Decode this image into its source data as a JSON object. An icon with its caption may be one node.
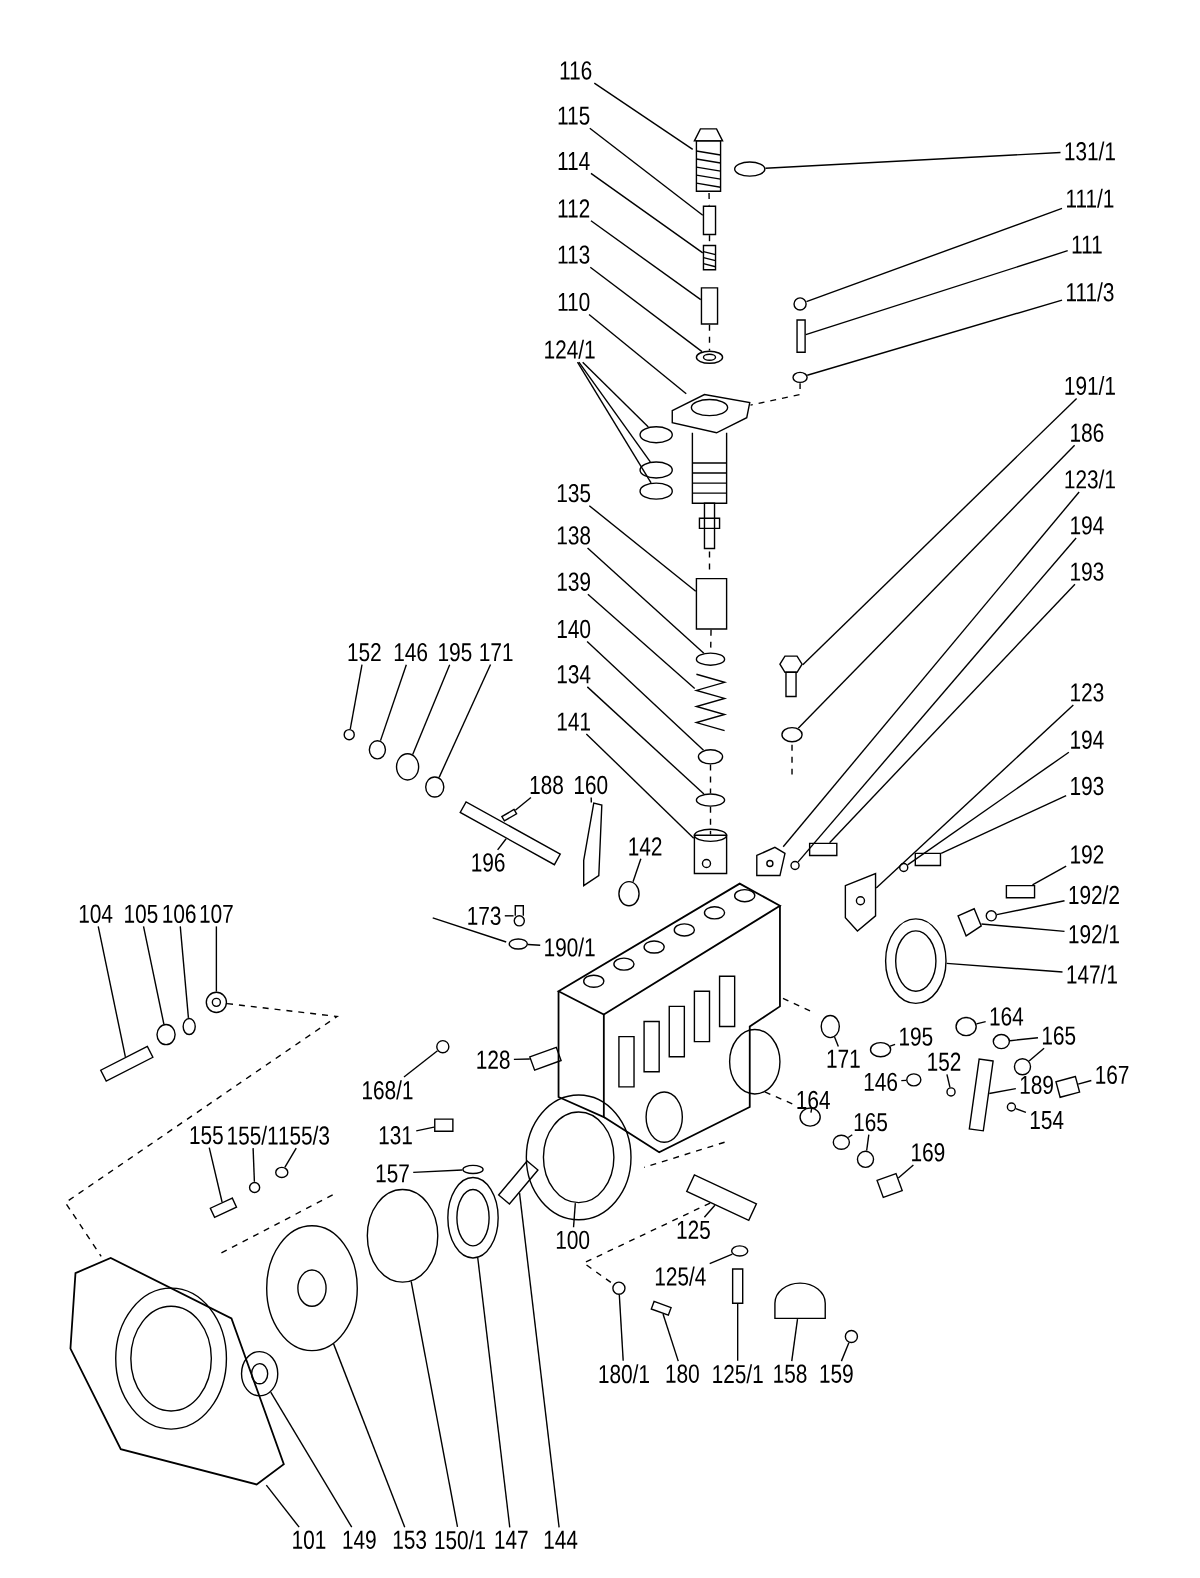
{
  "diagram": {
    "nodes": [
      {
        "text": [
          "116"
        ]
      },
      {
        "text": [
          "115"
        ]
      },
      {
        "text": [
          "114"
        ]
      },
      {
        "text": [
          "112"
        ]
      },
      {
        "text": [
          "113"
        ]
      },
      {
        "text": [
          "110"
        ]
      },
      {
        "text": [
          "124/1"
        ]
      },
      {
        "text": [
          "135"
        ]
      },
      {
        "text": [
          "138"
        ]
      },
      {
        "text": [
          "139"
        ]
      },
      {
        "text": [
          "140"
        ]
      },
      {
        "text": [
          "134"
        ]
      },
      {
        "text": [
          "141"
        ]
      },
      {
        "text": [
          "131/1"
        ]
      },
      {
        "text": [
          "111/1"
        ]
      },
      {
        "text": [
          "111"
        ]
      },
      {
        "text": [
          "111/3"
        ]
      },
      {
        "text": [
          "191/1"
        ]
      },
      {
        "text": [
          "186"
        ]
      },
      {
        "text": [
          "123/1"
        ]
      },
      {
        "text": [
          "194"
        ]
      },
      {
        "text": [
          "193"
        ]
      },
      {
        "text": [
          "123"
        ]
      },
      {
        "text": [
          "194"
        ]
      },
      {
        "text": [
          "193"
        ]
      },
      {
        "text": [
          "192"
        ]
      },
      {
        "text": [
          "192/2"
        ]
      },
      {
        "text": [
          "192/1"
        ]
      },
      {
        "text": [
          "147/1"
        ]
      },
      {
        "text": [
          "152"
        ]
      },
      {
        "text": [
          "146"
        ]
      },
      {
        "text": [
          "195"
        ]
      },
      {
        "text": [
          "171"
        ]
      },
      {
        "text": [
          "188"
        ]
      },
      {
        "text": [
          "160"
        ]
      },
      {
        "text": [
          "196"
        ]
      },
      {
        "text": [
          "142"
        ]
      },
      {
        "text": [
          "173"
        ]
      },
      {
        "text": [
          "190/1"
        ]
      },
      {
        "text": [
          "104"
        ]
      },
      {
        "text": [
          "105"
        ]
      },
      {
        "text": [
          "106"
        ]
      },
      {
        "text": [
          "107"
        ]
      },
      {
        "text": [
          "168/1"
        ]
      },
      {
        "text": [
          "128"
        ]
      },
      {
        "text": [
          "131"
        ]
      },
      {
        "text": [
          "155"
        ]
      },
      {
        "text": [
          "155/1"
        ]
      },
      {
        "text": [
          "155/3"
        ]
      },
      {
        "text": [
          "157"
        ]
      },
      {
        "text": [
          "100"
        ]
      },
      {
        "text": [
          "125"
        ]
      },
      {
        "text": [
          "125/4"
        ]
      },
      {
        "text": [
          "180/1"
        ]
      },
      {
        "text": [
          "180"
        ]
      },
      {
        "text": [
          "125/1"
        ]
      },
      {
        "text": [
          "158"
        ]
      },
      {
        "text": [
          "159"
        ]
      },
      {
        "text": [
          "164"
        ]
      },
      {
        "text": [
          "165"
        ]
      },
      {
        "text": [
          "167"
        ]
      },
      {
        "text": [
          "195"
        ]
      },
      {
        "text": [
          "171"
        ]
      },
      {
        "text": [
          "146"
        ]
      },
      {
        "text": [
          "152"
        ]
      },
      {
        "text": [
          "189"
        ]
      },
      {
        "text": [
          "154"
        ]
      },
      {
        "text": [
          "164"
        ]
      },
      {
        "text": [
          "165"
        ]
      },
      {
        "text": [
          "169"
        ]
      },
      {
        "text": [
          "101"
        ]
      },
      {
        "text": [
          "149"
        ]
      },
      {
        "text": [
          "153"
        ]
      },
      {
        "text": [
          "150/1"
        ]
      },
      {
        "text": [
          "147"
        ]
      },
      {
        "text": [
          "144"
        ]
      },
      {
        "text": [],
        "shape": "picture"
      },
      {
        "text": [],
        "shape": "box"
      },
      {
        "text": [],
        "shape": "picture"
      },
      {
        "text": [],
        "shape": "box"
      },
      {
        "text": [],
        "shape": "picture"
      },
      {
        "text": [],
        "shape": "picture"
      },
      {
        "text": [],
        "shape": "circle"
      },
      {
        "text": [],
        "shape": "circle"
      },
      {
        "text": [],
        "shape": "circle"
      },
      {
        "text": [],
        "shape": "box"
      },
      {
        "text": [],
        "shape": "circle"
      },
      {
        "text": [],
        "shape": "picture"
      },
      {
        "text": [],
        "shape": "circle"
      },
      {
        "text": [],
        "shape": "circle"
      },
      {
        "text": [],
        "shape": "picture"
      },
      {
        "text": [],
        "shape": "circle"
      },
      {
        "text": [],
        "shape": "circle"
      },
      {
        "text": [],
        "shape": "box"
      },
      {
        "text": [],
        "shape": "circle"
      },
      {
        "text": [],
        "shape": "picture"
      },
      {
        "text": [],
        "shape": "circle"
      },
      {
        "text": [],
        "shape": "picture"
      },
      {
        "text": [],
        "shape": "circle"
      },
      {
        "text": [],
        "shape": "box"
      },
      {
        "text": [],
        "shape": "picture"
      },
      {
        "text": [],
        "shape": "circle"
      },
      {
        "text": [],
        "shape": "box"
      },
      {
        "text": [],
        "shape": "box"
      },
      {
        "text": [],
        "shape": "circle"
      },
      {
        "text": [],
        "shape": "picture"
      },
      {
        "text": [],
        "shape": "picture"
      },
      {
        "text": [],
        "shape": "circle"
      },
      {
        "text": [],
        "shape": "circle"
      },
      {
        "text": [],
        "shape": "circle"
      },
      {
        "text": [],
        "shape": "circle"
      },
      {
        "text": [],
        "shape": "box"
      },
      {
        "text": [],
        "shape": "picture"
      },
      {
        "text": [],
        "shape": "box"
      },
      {
        "text": [],
        "shape": "circle"
      },
      {
        "text": [],
        "shape": "picture"
      },
      {
        "text": [],
        "shape": "circle"
      },
      {
        "text": [],
        "shape": "box"
      },
      {
        "text": [],
        "shape": "circle"
      },
      {
        "text": [],
        "shape": "circle"
      },
      {
        "text": [],
        "shape": "picture"
      },
      {
        "text": [],
        "shape": "circle"
      },
      {
        "text": [],
        "shape": "box"
      },
      {
        "text": [],
        "shape": "box"
      },
      {
        "text": [],
        "shape": "box"
      },
      {
        "text": [],
        "shape": "circle"
      },
      {
        "text": [],
        "shape": "circle"
      },
      {
        "text": [],
        "shape": "circle"
      },
      {
        "text": [],
        "shape": "picture"
      },
      {
        "text": [],
        "shape": "box"
      },
      {
        "text": [],
        "shape": "circle"
      },
      {
        "text": [],
        "shape": "circle"
      },
      {
        "text": [],
        "shape": "box"
      },
      {
        "text": [],
        "shape": "box"
      },
      {
        "text": [],
        "shape": "picture"
      },
      {
        "text": [],
        "shape": "circle"
      },
      {
        "text": [],
        "shape": "circle"
      },
      {
        "text": [],
        "shape": "circle"
      },
      {
        "text": [],
        "shape": "circle"
      },
      {
        "text": [],
        "shape": "box"
      },
      {
        "text": [],
        "shape": "circle"
      },
      {
        "text": [],
        "shape": "circle"
      },
      {
        "text": [],
        "shape": "circle"
      },
      {
        "text": [],
        "shape": "circle"
      },
      {
        "text": [],
        "shape": "box"
      },
      {
        "text": [],
        "shape": "circle"
      },
      {
        "text": [],
        "shape": "circle"
      },
      {
        "text": [],
        "shape": "circle"
      },
      {
        "text": [],
        "shape": "circle"
      },
      {
        "text": [],
        "shape": "box"
      },
      {
        "text": [],
        "shape": "picture"
      },
      {
        "text": [],
        "shape": "picture"
      },
      {
        "text": [],
        "shape": "picture"
      },
      {
        "text": [],
        "shape": "circle"
      },
      {
        "text": [],
        "shape": "picture"
      },
      {
        "text": [],
        "shape": "box"
      }
    ],
    "edges": [
      {
        "from": 0,
        "to": 76,
        "arrow": "none"
      },
      {
        "from": 1,
        "to": 77,
        "arrow": "none"
      },
      {
        "from": 2,
        "to": 78,
        "arrow": "none"
      },
      {
        "from": 3,
        "to": 79,
        "arrow": "none"
      },
      {
        "from": 4,
        "to": 80,
        "arrow": "none"
      },
      {
        "from": 5,
        "to": 81,
        "arrow": "none"
      },
      {
        "from": 6,
        "to": 82,
        "arrow": "none"
      },
      {
        "from": 6,
        "to": 83,
        "arrow": "none"
      },
      {
        "from": 6,
        "to": 84,
        "arrow": "none"
      },
      {
        "from": 7,
        "to": 85,
        "arrow": "none"
      },
      {
        "from": 8,
        "to": 86,
        "arrow": "none"
      },
      {
        "from": 9,
        "to": 87,
        "arrow": "none"
      },
      {
        "from": 10,
        "to": 88,
        "arrow": "none"
      },
      {
        "from": 11,
        "to": 89,
        "arrow": "none"
      },
      {
        "from": 12,
        "to": 90,
        "arrow": "none"
      },
      {
        "from": 13,
        "to": 91,
        "arrow": "none"
      },
      {
        "from": 14,
        "to": 92,
        "arrow": "none"
      },
      {
        "from": 15,
        "to": 93,
        "arrow": "none"
      },
      {
        "from": 16,
        "to": 94,
        "arrow": "none"
      },
      {
        "from": 17,
        "to": 95,
        "arrow": "none"
      },
      {
        "from": 18,
        "to": 96,
        "arrow": "none"
      },
      {
        "from": 19,
        "to": 97,
        "arrow": "none"
      },
      {
        "from": 20,
        "to": 98,
        "arrow": "none"
      },
      {
        "from": 21,
        "to": 99,
        "arrow": "none"
      },
      {
        "from": 22,
        "to": 100,
        "arrow": "none"
      },
      {
        "from": 23,
        "to": 101,
        "arrow": "none"
      },
      {
        "from": 24,
        "to": 102,
        "arrow": "none"
      },
      {
        "from": 25,
        "to": 103,
        "arrow": "none"
      },
      {
        "from": 26,
        "to": 104,
        "arrow": "none"
      },
      {
        "from": 27,
        "to": 105,
        "arrow": "none"
      },
      {
        "from": 28,
        "to": 106,
        "arrow": "none"
      },
      {
        "from": 29,
        "to": 107,
        "arrow": "none"
      },
      {
        "from": 30,
        "to": 108,
        "arrow": "none"
      },
      {
        "from": 31,
        "to": 109,
        "arrow": "none"
      },
      {
        "from": 32,
        "to": 110,
        "arrow": "none"
      },
      {
        "from": 33,
        "to": 111,
        "arrow": "none"
      },
      {
        "from": 34,
        "to": 112,
        "arrow": "none"
      },
      {
        "from": 35,
        "to": 113,
        "arrow": "none"
      },
      {
        "from": 36,
        "to": 114,
        "arrow": "none"
      },
      {
        "from": 37,
        "to": 115,
        "arrow": "none"
      },
      {
        "from": 38,
        "to": 116,
        "arrow": "none"
      },
      {
        "from": 39,
        "to": 117,
        "arrow": "none"
      },
      {
        "from": 40,
        "to": 118,
        "arrow": "none"
      },
      {
        "from": 41,
        "to": 119,
        "arrow": "none"
      },
      {
        "from": 42,
        "to": 120,
        "arrow": "none"
      },
      {
        "from": 43,
        "to": 121,
        "arrow": "none"
      },
      {
        "from": 44,
        "to": 122,
        "arrow": "none"
      },
      {
        "from": 45,
        "to": 123,
        "arrow": "none"
      },
      {
        "from": 46,
        "to": 124,
        "arrow": "none"
      },
      {
        "from": 47,
        "to": 125,
        "arrow": "none"
      },
      {
        "from": 48,
        "to": 126,
        "arrow": "none"
      },
      {
        "from": 49,
        "to": 127,
        "arrow": "none"
      },
      {
        "from": 50,
        "to": 128,
        "arrow": "none"
      },
      {
        "from": 51,
        "to": 129,
        "arrow": "none"
      },
      {
        "from": 52,
        "to": 130,
        "arrow": "none"
      },
      {
        "from": 53,
        "to": 131,
        "arrow": "none"
      },
      {
        "from": 54,
        "to": 132,
        "arrow": "none"
      },
      {
        "from": 55,
        "to": 133,
        "arrow": "none"
      },
      {
        "from": 56,
        "to": 134,
        "arrow": "none"
      },
      {
        "from": 57,
        "to": 135,
        "arrow": "none"
      },
      {
        "from": 58,
        "to": 136,
        "arrow": "none"
      },
      {
        "from": 59,
        "to": 137,
        "arrow": "none"
      },
      {
        "from": 59,
        "to": 138,
        "arrow": "none"
      },
      {
        "from": 60,
        "to": 139,
        "arrow": "none"
      },
      {
        "from": 61,
        "to": 140,
        "arrow": "none"
      },
      {
        "from": 62,
        "to": 141,
        "arrow": "none"
      },
      {
        "from": 63,
        "to": 142,
        "arrow": "none"
      },
      {
        "from": 64,
        "to": 143,
        "arrow": "none"
      },
      {
        "from": 65,
        "to": 144,
        "arrow": "none"
      },
      {
        "from": 66,
        "to": 145,
        "arrow": "none"
      },
      {
        "from": 67,
        "to": 146,
        "arrow": "none"
      },
      {
        "from": 68,
        "to": 147,
        "arrow": "none"
      },
      {
        "from": 68,
        "to": 148,
        "arrow": "none"
      },
      {
        "from": 69,
        "to": 149,
        "arrow": "none"
      },
      {
        "from": 70,
        "to": 150,
        "arrow": "none"
      },
      {
        "from": 71,
        "to": 151,
        "arrow": "none"
      },
      {
        "from": 72,
        "to": 152,
        "arrow": "none"
      },
      {
        "from": 73,
        "to": 153,
        "arrow": "none"
      },
      {
        "from": 74,
        "to": 154,
        "arrow": "none"
      },
      {
        "from": 75,
        "to": 155,
        "arrow": "none"
      },
      {
        "from": 76,
        "to": 77,
        "arrow": "none",
        "style": "dashed"
      },
      {
        "from": 77,
        "to": 78,
        "arrow": "none",
        "style": "dashed"
      },
      {
        "from": 79,
        "to": 80,
        "arrow": "none",
        "style": "dashed"
      },
      {
        "from": 85,
        "to": 86,
        "arrow": "none",
        "style": "dashed"
      },
      {
        "from": 88,
        "to": 89,
        "arrow": "none",
        "style": "dashed"
      },
      {
        "from": 89,
        "to": 90,
        "arrow": "none",
        "style": "dashed"
      },
      {
        "from": 94,
        "to": 81,
        "arrow": "none",
        "style": "dashed"
      },
      {
        "from": 120,
        "to": 150,
        "arrow": "none",
        "style": "dashed"
      },
      {
        "from": 129,
        "to": 131,
        "arrow": "none",
        "style": "dashed"
      }
    ]
  }
}
